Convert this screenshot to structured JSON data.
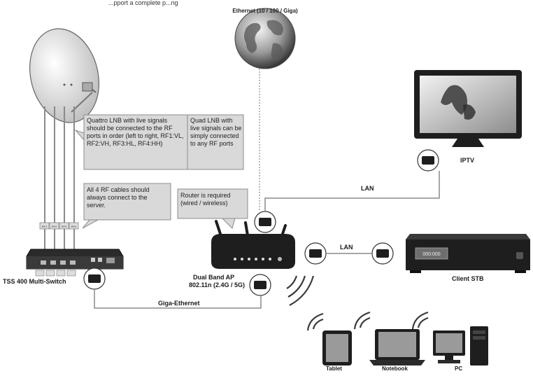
{
  "header": {
    "top_cut_text": "...pport a complete p...ng"
  },
  "globe": {
    "label": "Ethernet (10 / 100 / Giga)"
  },
  "callouts": {
    "quattro": "Quattro LNB with live signals should be connected to the RF ports in order (left to right, RF1:VL, RF2:VH, RF3:HL, RF4:HH)",
    "quad": "Quad LNB with live signals can be simply connected to any RF ports",
    "rf_cables": "All 4 RF cables should always connect to the server.",
    "router": "Router is required (wired / wireless)"
  },
  "devices": {
    "switch_label": "TSS 400 Multi-Switch",
    "router_label_line1": "Dual Band AP",
    "router_label_line2": "802.11n (2.4G / 5G)",
    "iptv_label": "IPTV",
    "stb_label": "Client STB",
    "stb_display": "000:000",
    "tablet_label": "Tablet",
    "notebook_label": "Notebook",
    "pc_label": "PC"
  },
  "links": {
    "lan_top": "LAN",
    "lan_mid": "LAN",
    "giga": "Giga-Ethernet"
  },
  "port_tags": [
    "RF1",
    "RF2",
    "RF3",
    "RF4"
  ],
  "colors": {
    "callout_bg": "#d9d9d9",
    "callout_border": "#8c8c8c",
    "line": "#8a8a8a",
    "device_dark": "#1e1e1e"
  }
}
